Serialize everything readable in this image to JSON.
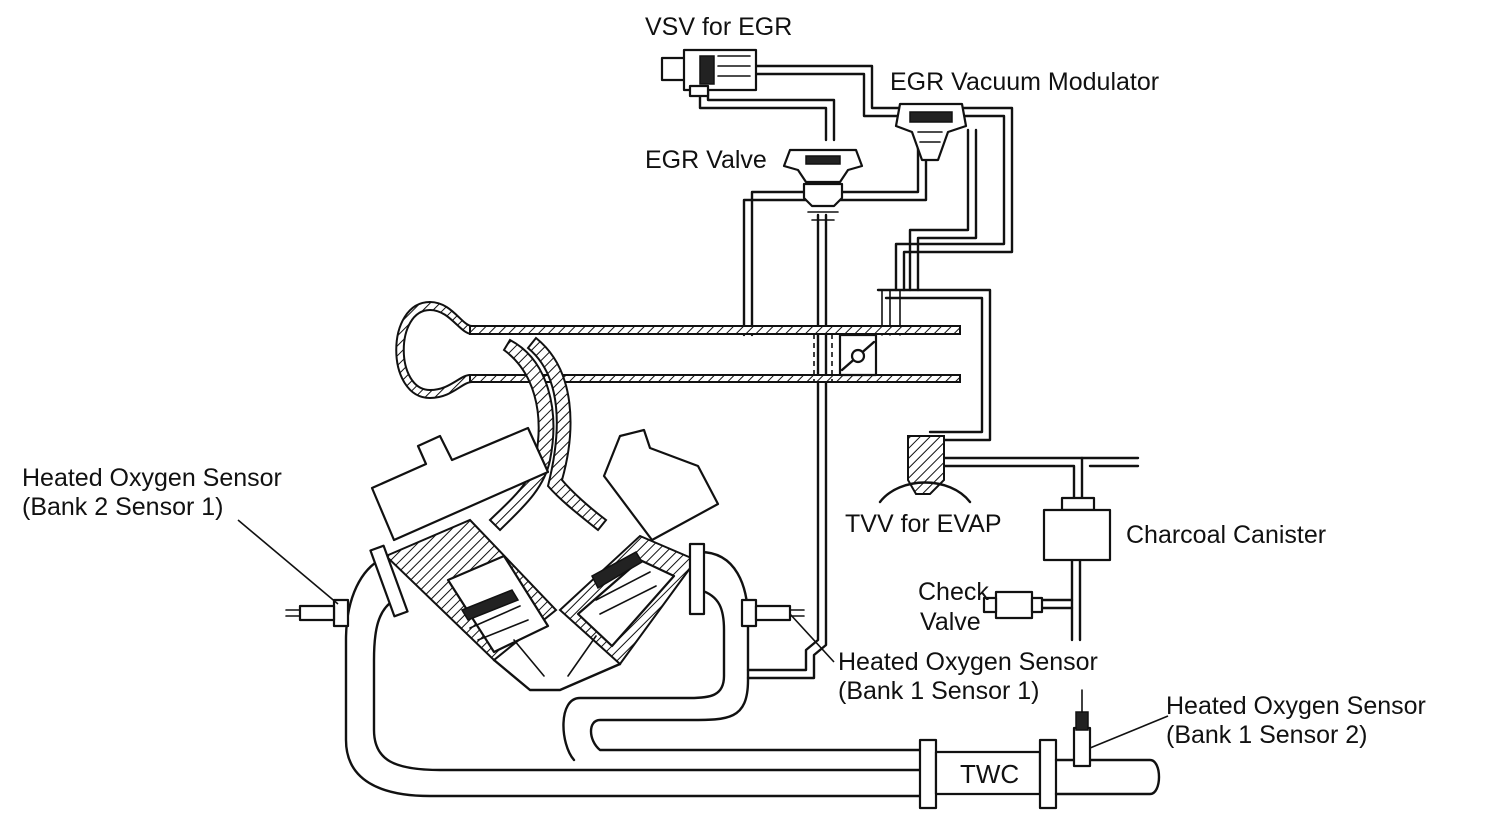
{
  "labels": {
    "vsv_egr": "VSV for EGR",
    "egr_vacuum_modulator": "EGR Vacuum Modulator",
    "egr_valve": "EGR Valve",
    "tvv_evap": "TVV for EVAP",
    "charcoal_canister": "Charcoal Canister",
    "check_valve_line1": "Check",
    "check_valve_line2": "Valve",
    "ho2s_b2s1_line1": "Heated Oxygen Sensor",
    "ho2s_b2s1_line2": "(Bank 2 Sensor 1)",
    "ho2s_b1s1_line1": "Heated Oxygen Sensor",
    "ho2s_b1s1_line2": "(Bank 1 Sensor 1)",
    "ho2s_b1s2_line1": "Heated Oxygen Sensor",
    "ho2s_b1s2_line2": "(Bank 1 Sensor 2)",
    "twc": "TWC"
  },
  "colors": {
    "ink": "#111111",
    "paper": "#ffffff"
  }
}
